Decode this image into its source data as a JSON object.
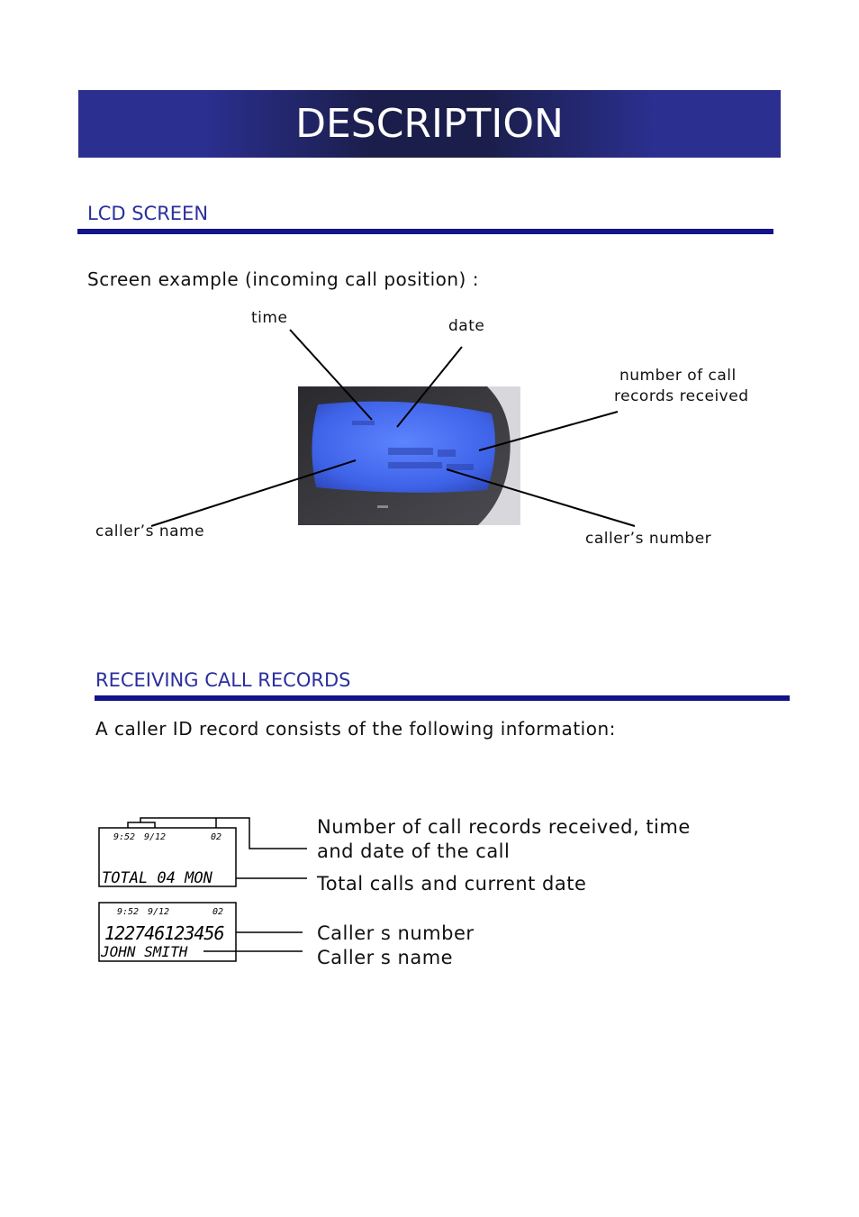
{
  "page": {
    "title": "DESCRIPTION"
  },
  "lcd_section": {
    "heading": "LCD SCREEN",
    "intro": "Screen example (incoming call position) :",
    "labels": {
      "time": "time",
      "date": "date",
      "records_line1": "number of call",
      "records_line2": "records received",
      "callers_name": "caller’s name",
      "callers_number": "caller’s number"
    }
  },
  "records_section": {
    "heading": "RECEIVING CALL RECORDS",
    "intro": "A caller ID record consists of the following information:",
    "display1": {
      "time": "9:52",
      "date": "9/12",
      "count": "02",
      "line": "TOTAL  04   MON"
    },
    "display2": {
      "time": "9:52",
      "date": "9/12",
      "count": "02",
      "number": "122746123456",
      "name": "JOHN  SMITH"
    },
    "legend": {
      "item1_line1": "Number of call records received, time",
      "item1_line2": "and date of the call",
      "item2": "Total calls and current date",
      "item3": "Caller s number",
      "item4": "Caller s name"
    }
  },
  "colors": {
    "heading_blue": "#2a2f9e",
    "rule_navy": "#13138a",
    "lcd_blue": "#4a73ff"
  }
}
